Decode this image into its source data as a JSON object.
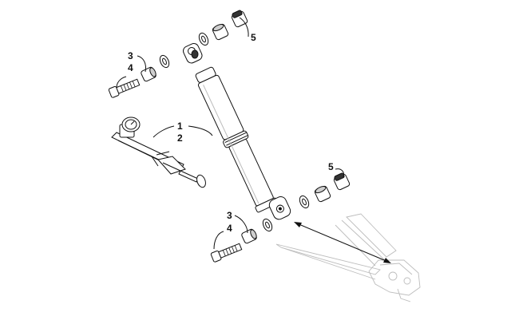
{
  "callouts": {
    "c1": "1",
    "c2": "2",
    "c3_top": "3",
    "c4_top": "4",
    "c5_top": "5",
    "c5_mid": "5",
    "c3_bot": "3",
    "c4_bot": "4"
  }
}
